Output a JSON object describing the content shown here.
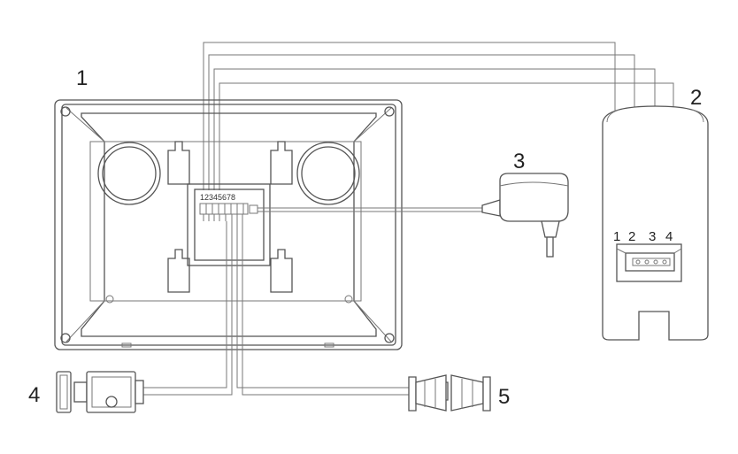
{
  "labels": {
    "monitor": "1",
    "outdoor_unit": "2",
    "power_adapter": "3",
    "door_lock": "4",
    "speaker_siren": "5"
  },
  "terminal_block": {
    "numbers": "12345678"
  },
  "outdoor_terminals": [
    "1",
    "2",
    "3",
    "4"
  ]
}
